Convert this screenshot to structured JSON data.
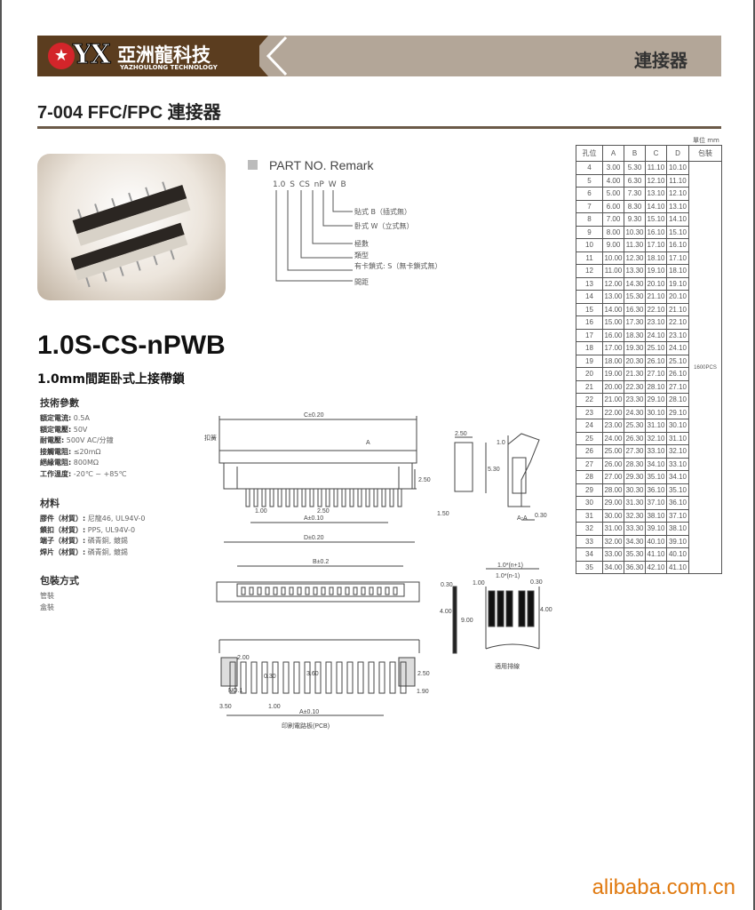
{
  "header": {
    "logo_mark": "YX",
    "company_cn": "亞洲龍科技",
    "company_en": "YAZHOULONG TECHNOLOGY",
    "category": "連接器"
  },
  "title": "7-004  FFC/FPC 連接器",
  "part_remark": {
    "title": "PART NO. Remark",
    "code": [
      "1.0",
      "S",
      "CS",
      "nP",
      "W",
      "B"
    ],
    "notes": [
      "貼式  B（插式無）",
      "卧式  W（立式無）",
      "極數",
      "類型",
      "有卡鎖式: S（無卡鎖式無）",
      "間距"
    ]
  },
  "product": {
    "model": "1.0S-CS-nPWB",
    "subtitle": "1.0mm間距卧式上接帶鎖"
  },
  "specs": {
    "title": "技術參數",
    "items": [
      {
        "k": "額定電流:",
        "v": "0.5A"
      },
      {
        "k": "額定電壓:",
        "v": "50V"
      },
      {
        "k": "耐電壓:",
        "v": "500V AC/分鐘"
      },
      {
        "k": "接觸電阻:",
        "v": "≤20mΩ"
      },
      {
        "k": "絕緣電阻:",
        "v": "800MΩ"
      },
      {
        "k": "工作溫度:",
        "v": "-20℃ ~ +85℃"
      }
    ]
  },
  "materials": {
    "title": "材料",
    "items": [
      {
        "k": "膠件（材質）:",
        "v": "尼龍46, UL94V-0"
      },
      {
        "k": "鎖扣（材質）:",
        "v": "PPS, UL94V-0"
      },
      {
        "k": "端子（材質）:",
        "v": "磷青銅, 鍍錫"
      },
      {
        "k": "焊片（材質）:",
        "v": "磷青銅, 鍍錫"
      }
    ]
  },
  "packaging": {
    "title": "包裝方式",
    "items": [
      "管裝",
      "盒裝"
    ]
  },
  "table": {
    "unit": "單位 mm",
    "headers": [
      "孔位",
      "A",
      "B",
      "C",
      "D",
      "包裝"
    ],
    "packing": "1600PCS",
    "rows": [
      [
        "4",
        "3.00",
        "5.30",
        "11.10",
        "10.10"
      ],
      [
        "5",
        "4.00",
        "6.30",
        "12.10",
        "11.10"
      ],
      [
        "6",
        "5.00",
        "7.30",
        "13.10",
        "12.10"
      ],
      [
        "7",
        "6.00",
        "8.30",
        "14.10",
        "13.10"
      ],
      [
        "8",
        "7.00",
        "9.30",
        "15.10",
        "14.10"
      ],
      [
        "9",
        "8.00",
        "10.30",
        "16.10",
        "15.10"
      ],
      [
        "10",
        "9.00",
        "11.30",
        "17.10",
        "16.10"
      ],
      [
        "11",
        "10.00",
        "12.30",
        "18.10",
        "17.10"
      ],
      [
        "12",
        "11.00",
        "13.30",
        "19.10",
        "18.10"
      ],
      [
        "13",
        "12.00",
        "14.30",
        "20.10",
        "19.10"
      ],
      [
        "14",
        "13.00",
        "15.30",
        "21.10",
        "20.10"
      ],
      [
        "15",
        "14.00",
        "16.30",
        "22.10",
        "21.10"
      ],
      [
        "16",
        "15.00",
        "17.30",
        "23.10",
        "22.10"
      ],
      [
        "17",
        "16.00",
        "18.30",
        "24.10",
        "23.10"
      ],
      [
        "18",
        "17.00",
        "19.30",
        "25.10",
        "24.10"
      ],
      [
        "19",
        "18.00",
        "20.30",
        "26.10",
        "25.10"
      ],
      [
        "20",
        "19.00",
        "21.30",
        "27.10",
        "26.10"
      ],
      [
        "21",
        "20.00",
        "22.30",
        "28.10",
        "27.10"
      ],
      [
        "22",
        "21.00",
        "23.30",
        "29.10",
        "28.10"
      ],
      [
        "23",
        "22.00",
        "24.30",
        "30.10",
        "29.10"
      ],
      [
        "24",
        "23.00",
        "25.30",
        "31.10",
        "30.10"
      ],
      [
        "25",
        "24.00",
        "26.30",
        "32.10",
        "31.10"
      ],
      [
        "26",
        "25.00",
        "27.30",
        "33.10",
        "32.10"
      ],
      [
        "27",
        "26.00",
        "28.30",
        "34.10",
        "33.10"
      ],
      [
        "28",
        "27.00",
        "29.30",
        "35.10",
        "34.10"
      ],
      [
        "29",
        "28.00",
        "30.30",
        "36.10",
        "35.10"
      ],
      [
        "30",
        "29.00",
        "31.30",
        "37.10",
        "36.10"
      ],
      [
        "31",
        "30.00",
        "32.30",
        "38.10",
        "37.10"
      ],
      [
        "32",
        "31.00",
        "33.30",
        "39.10",
        "38.10"
      ],
      [
        "33",
        "32.00",
        "34.30",
        "40.10",
        "39.10"
      ],
      [
        "34",
        "33.00",
        "35.30",
        "41.10",
        "40.10"
      ],
      [
        "35",
        "34.00",
        "36.30",
        "42.10",
        "41.10"
      ]
    ]
  },
  "drawing": {
    "c": "C±0.20",
    "d": "D±0.20",
    "a": "A±0.10",
    "lock": "扣簧",
    "p1": "1.00",
    "p2": "2.50",
    "h1": "2.50",
    "h2": "1.50",
    "aa": "A-A",
    "aarrow": "A",
    "s1": "2.50",
    "s2": "5.30",
    "s3": "1.0",
    "s4": "0.30",
    "b": "B±0.2",
    "pcb_l": "2.00",
    "pcb_m": "0.30",
    "pcb_h": "3.60",
    "pcb_r": "2.50",
    "pcb_s": "3.50",
    "pcb_p": "1.00",
    "pcb_t": "1.90",
    "no1": "NO.1",
    "pcb_caption": "印刷電路板(PCB)",
    "ffc_w": "1.0*(n+1)",
    "ffc_p": "1.0*(n-1)",
    "ffc_1": "1.00",
    "ffc_2": "0.30",
    "ffc_3": "0.30",
    "ffc_4": "4.00",
    "ffc_5": "9.00",
    "ffc_6": "4.00",
    "ffc_caption": "適用排線"
  },
  "footer": "alibaba.com.cn"
}
